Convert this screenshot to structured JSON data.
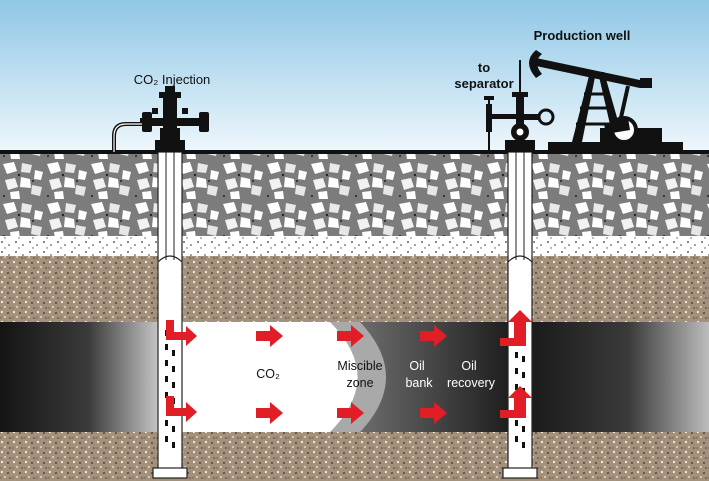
{
  "labels": {
    "co2_injection": "CO₂ Injection",
    "production_well": "Production well",
    "to_separator_line1": "to",
    "to_separator_line2": "separator",
    "co2_zone": "CO₂",
    "miscible_line1": "Miscible",
    "miscible_line2": "zone",
    "oil_bank_line1": "Oil",
    "oil_bank_line2": "bank",
    "oil_recovery_line1": "Oil",
    "oil_recovery_line2": "recovery"
  },
  "colors": {
    "sky_top": "#8fc7e6",
    "sky_bottom": "#e8f4fb",
    "gravel_base": "#8a8a8a",
    "sand": "#ffffff",
    "soil": "#a8957f",
    "reservoir": "#1c1c1c",
    "co2_zone": "#ffffff",
    "miscible_zone": "#a9a9a9",
    "oil_bank": "#5c5c5c",
    "arrow": "#e11d26",
    "well": "#ffffff",
    "equipment": "#111111"
  }
}
